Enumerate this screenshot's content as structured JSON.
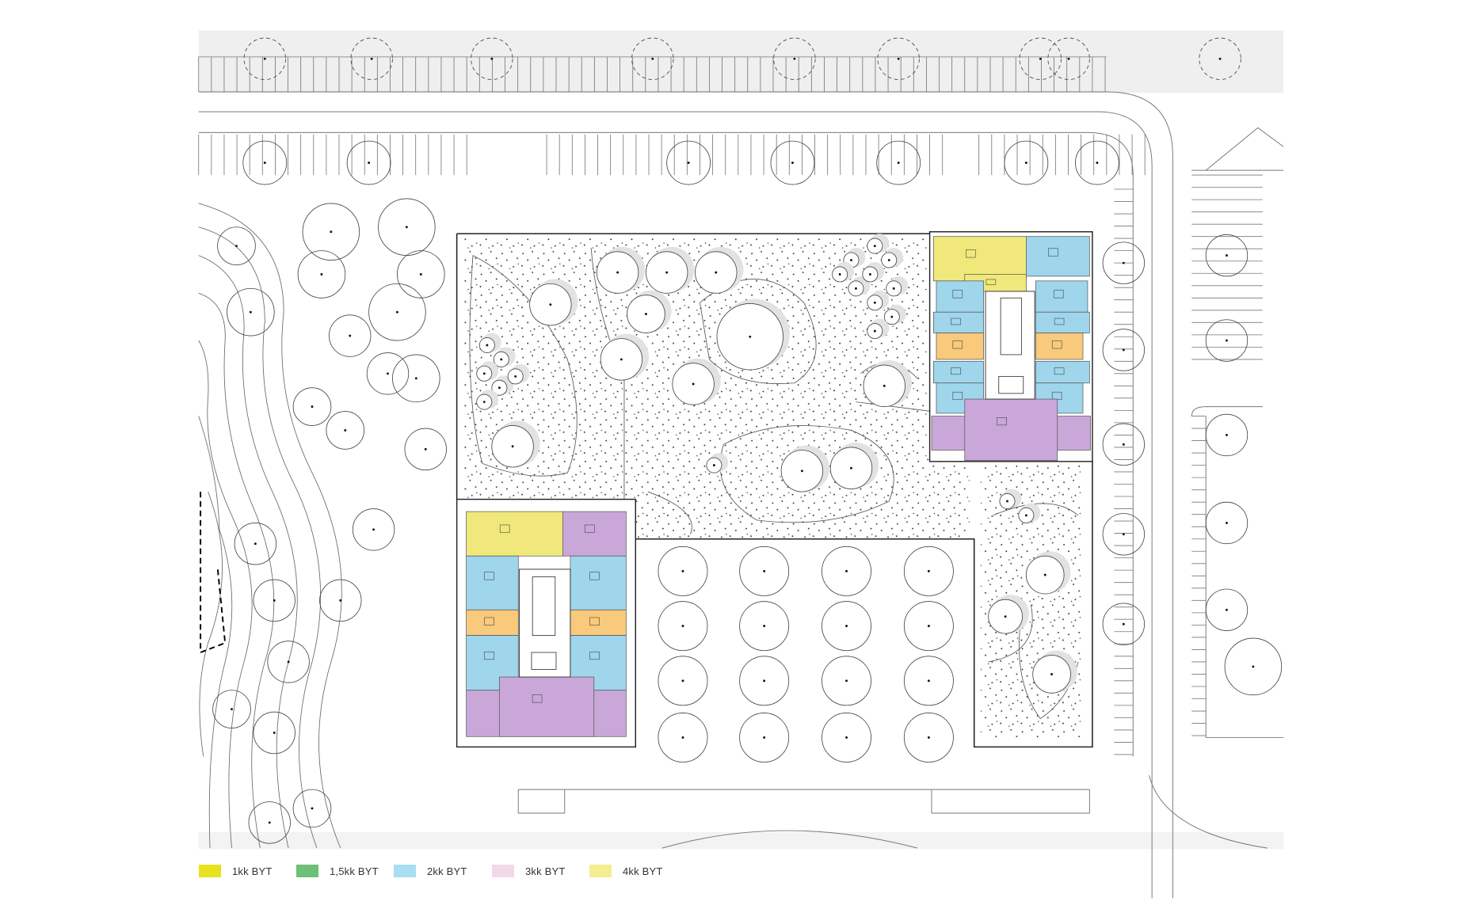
{
  "legend": [
    {
      "label": "1kk BYT",
      "color": "#e8e21e"
    },
    {
      "label": "1,5kk BYT",
      "color": "#6cc078"
    },
    {
      "label": "2kk BYT",
      "color": "#a8def2"
    },
    {
      "label": "3kk BYT",
      "color": "#f2d8e8"
    },
    {
      "label": "4kk BYT",
      "color": "#f5ee8e"
    }
  ],
  "plan_colors": {
    "unit_yellow": "#f0e87a",
    "unit_blue": "#9fd6ec",
    "unit_orange": "#f9c97c",
    "unit_purple": "#c9a8d9"
  }
}
